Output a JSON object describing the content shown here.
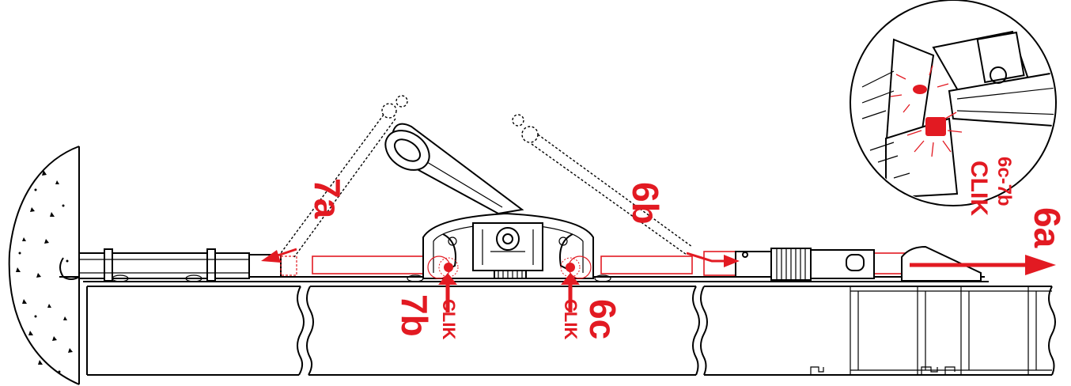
{
  "labels": {
    "step_6a": "6a",
    "step_6b": "6b",
    "step_6c": "6c",
    "step_7a": "7a",
    "step_7b": "7b",
    "clik_6c": "CLIK",
    "clik_7b": "CLIK",
    "detail_ref": "6c-7b",
    "detail_clik": "CLIK"
  },
  "colors": {
    "accent": "#e21a22",
    "line": "#000000",
    "background": "#ffffff"
  }
}
